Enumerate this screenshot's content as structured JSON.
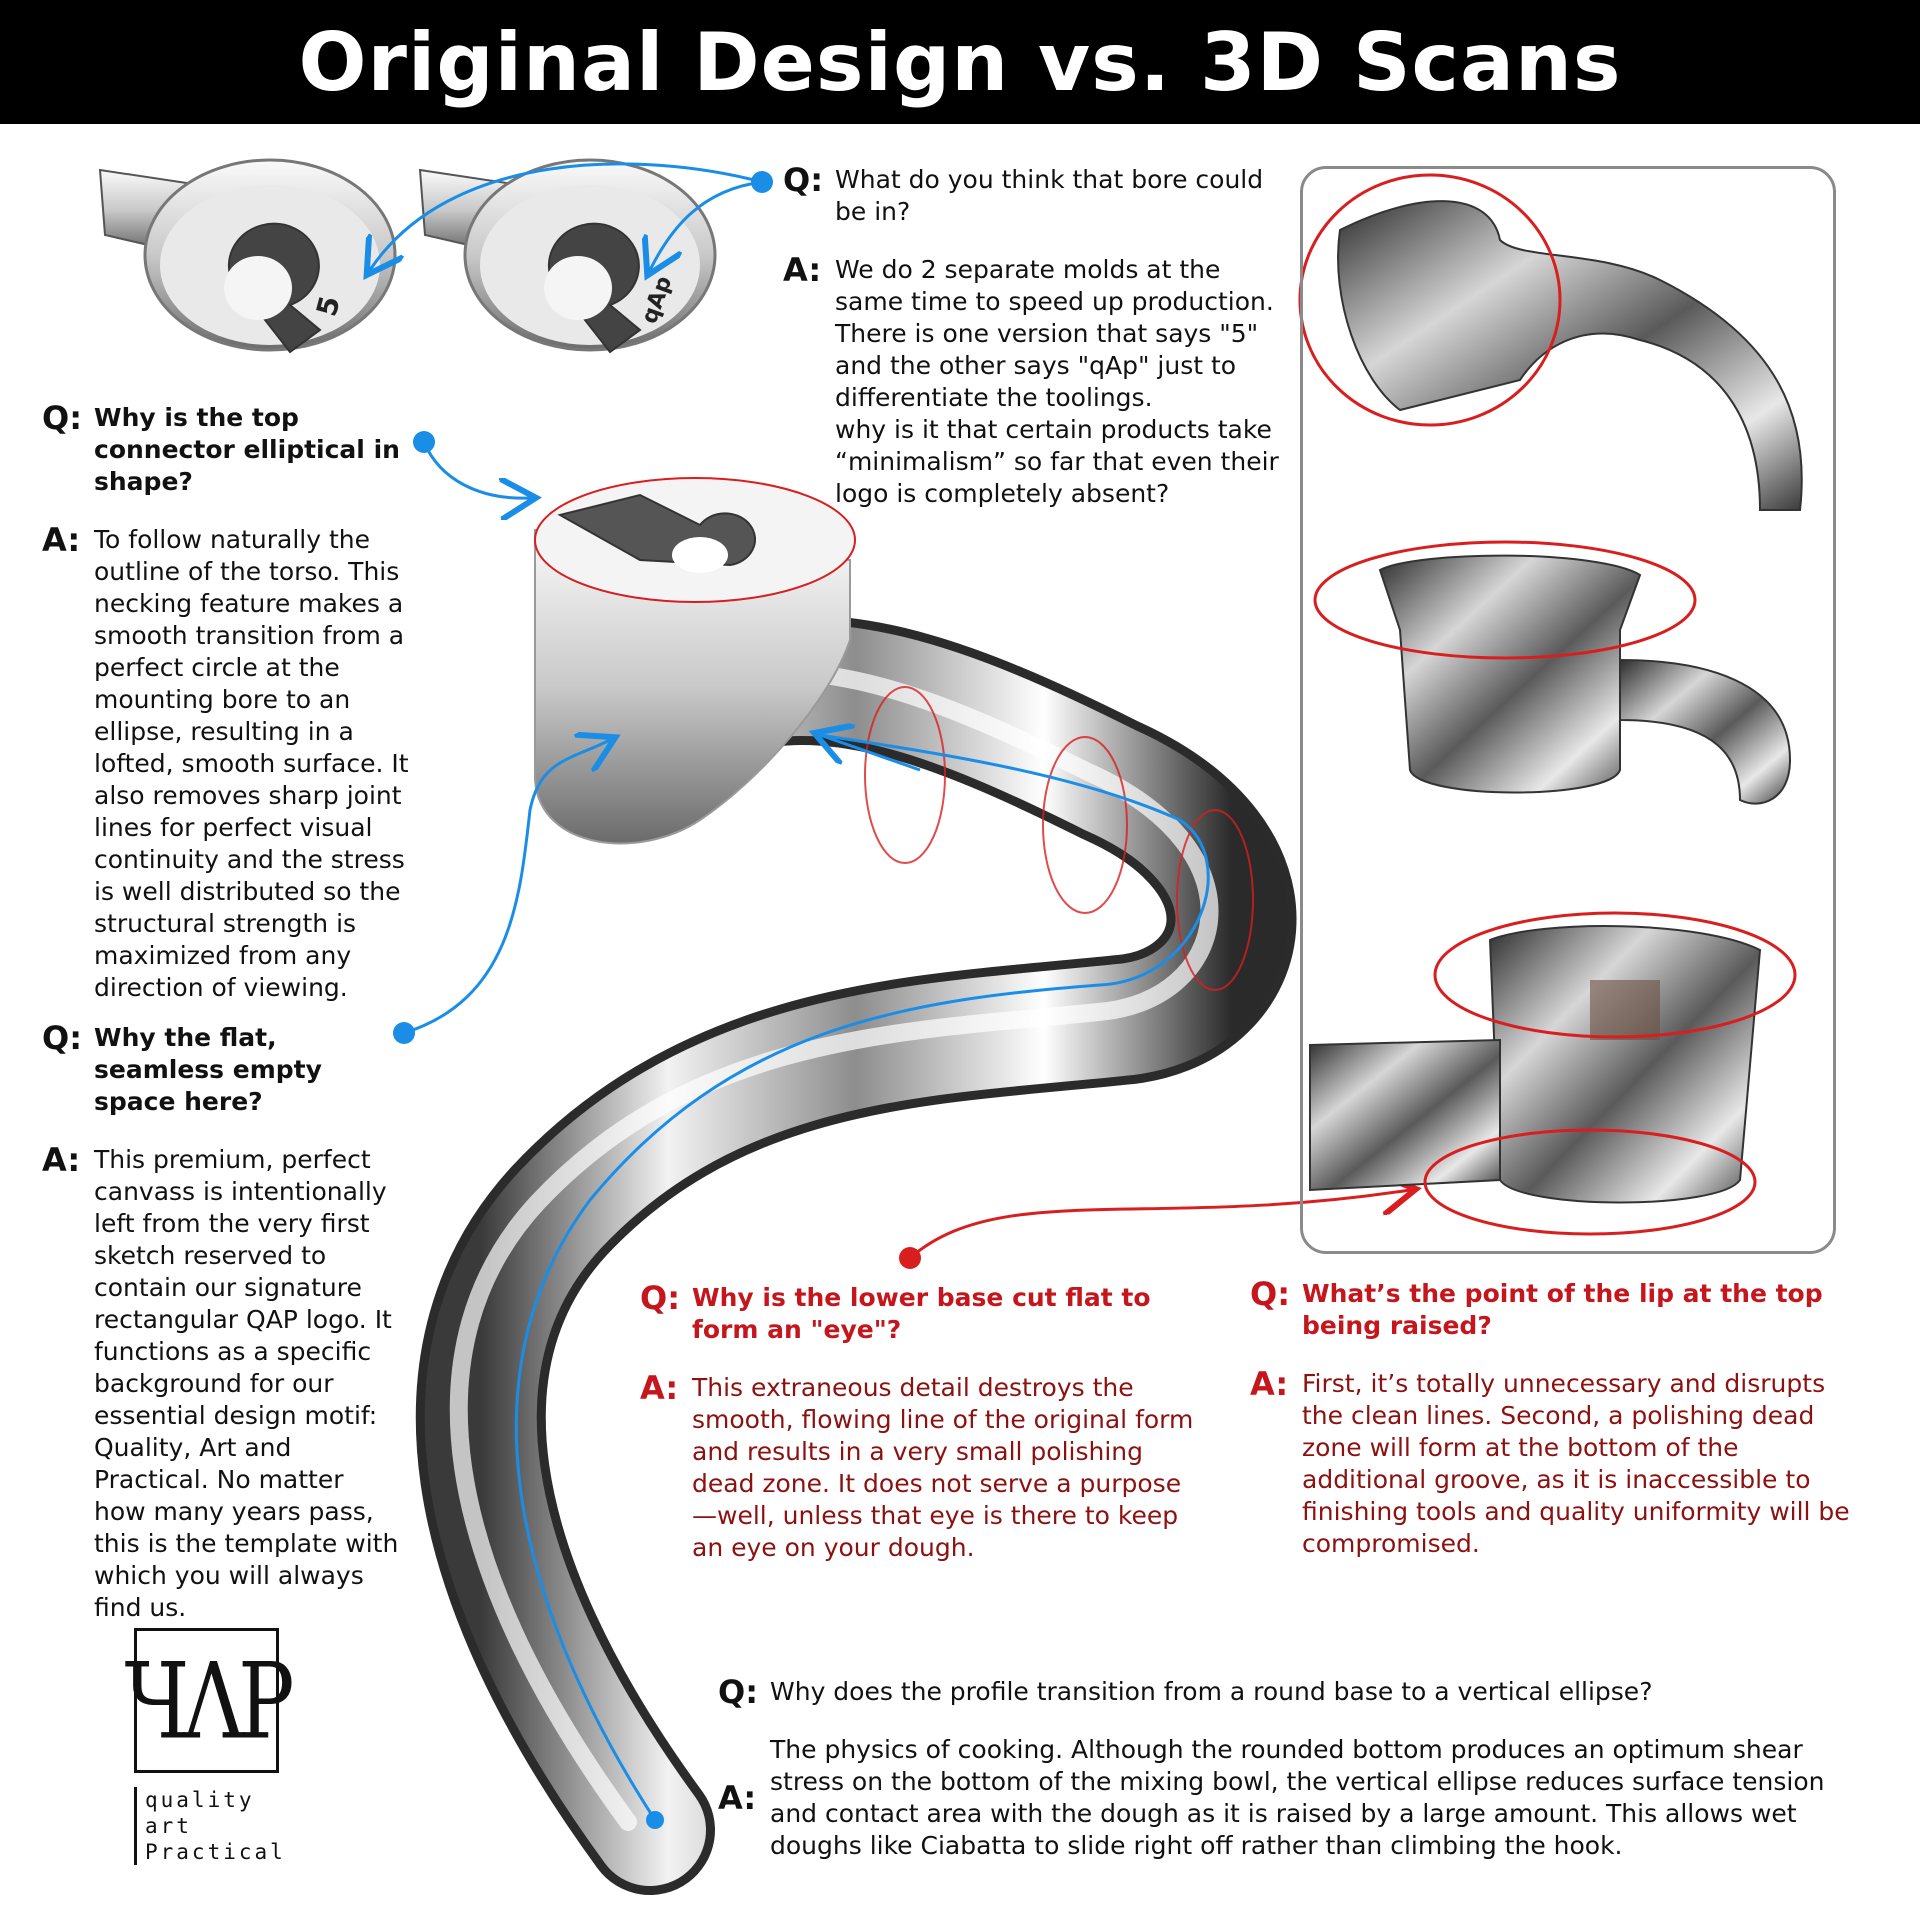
{
  "header": {
    "title": "Original Design vs. 3D Scans"
  },
  "labels": {
    "q": "Q:",
    "a": "A:"
  },
  "markers": {
    "connector_number": "5",
    "connector_text": "qAp"
  },
  "qa": {
    "bore": {
      "question": "What do you think that bore  could be in?",
      "answer": "We do 2 separate molds at the same time  to speed up production. There is one  version that says \"5\" and the other says \"qAp\" just to differentiate the toolings.",
      "answer_extra": "why is it that certain products  take “minimalism” so far that even their logo is completely absent?"
    },
    "connector": {
      "question": "Why is the top connector elliptical  in shape?",
      "answer": "To  follow naturally the outline of the torso. This necking feature makes a smooth transition from a perfect circle at the mounting  bore to an ellipse, resulting in a lofted, smooth surface. It also removes sharp joint lines for perfect visual continuity and the stress is well distributed so the structural strength is maximized from any direction of viewing."
    },
    "flat_space": {
      "question": "Why the flat, seamless empty space here?",
      "answer": "This premium, perfect canvass is intentionally left from the very first sketch reserved to contain our signature rectangular QAP logo. It functions as a specific background for our essential  design motif: Quality, Art and Practical. No matter how many years pass,  this is the template with which you will always find us."
    },
    "eye": {
      "question": "Why is the lower base  cut flat to form an \"eye\"?",
      "answer": "This extraneous detail  destroys the smooth, flowing line of the original form and results in a very small polishing dead zone. It does not serve a purpose—well, unless that eye is  there to keep an eye on your dough."
    },
    "lip": {
      "question": "What’s  the point of the lip at the top being raised?",
      "answer": "First, it’s totally  unnecessary and disrupts the clean lines. Second, a polishing dead zone will form at the bottom of the additional groove,  as it is inaccessible to finishing tools and quality uniformity will be compromised."
    },
    "profile": {
      "question": "Why does the profile transition from a round base to a vertical ellipse?",
      "answer": "The  physics of cooking. Although the rounded bottom produces an optimum shear stress on the bottom of the mixing bowl, the vertical ellipse reduces surface tension and contact area with the dough as it is raised  by a large amount. This allows wet doughs like Ciabatta to  slide right off rather than climbing the hook."
    }
  },
  "logo": {
    "mark": "ЧΛP",
    "words": [
      "quality",
      "art",
      "Practical"
    ]
  },
  "colors": {
    "blue": "#1a8ee6",
    "red": "#d81e1e",
    "dark_red": "#8c1111",
    "header_bg": "#000000"
  }
}
